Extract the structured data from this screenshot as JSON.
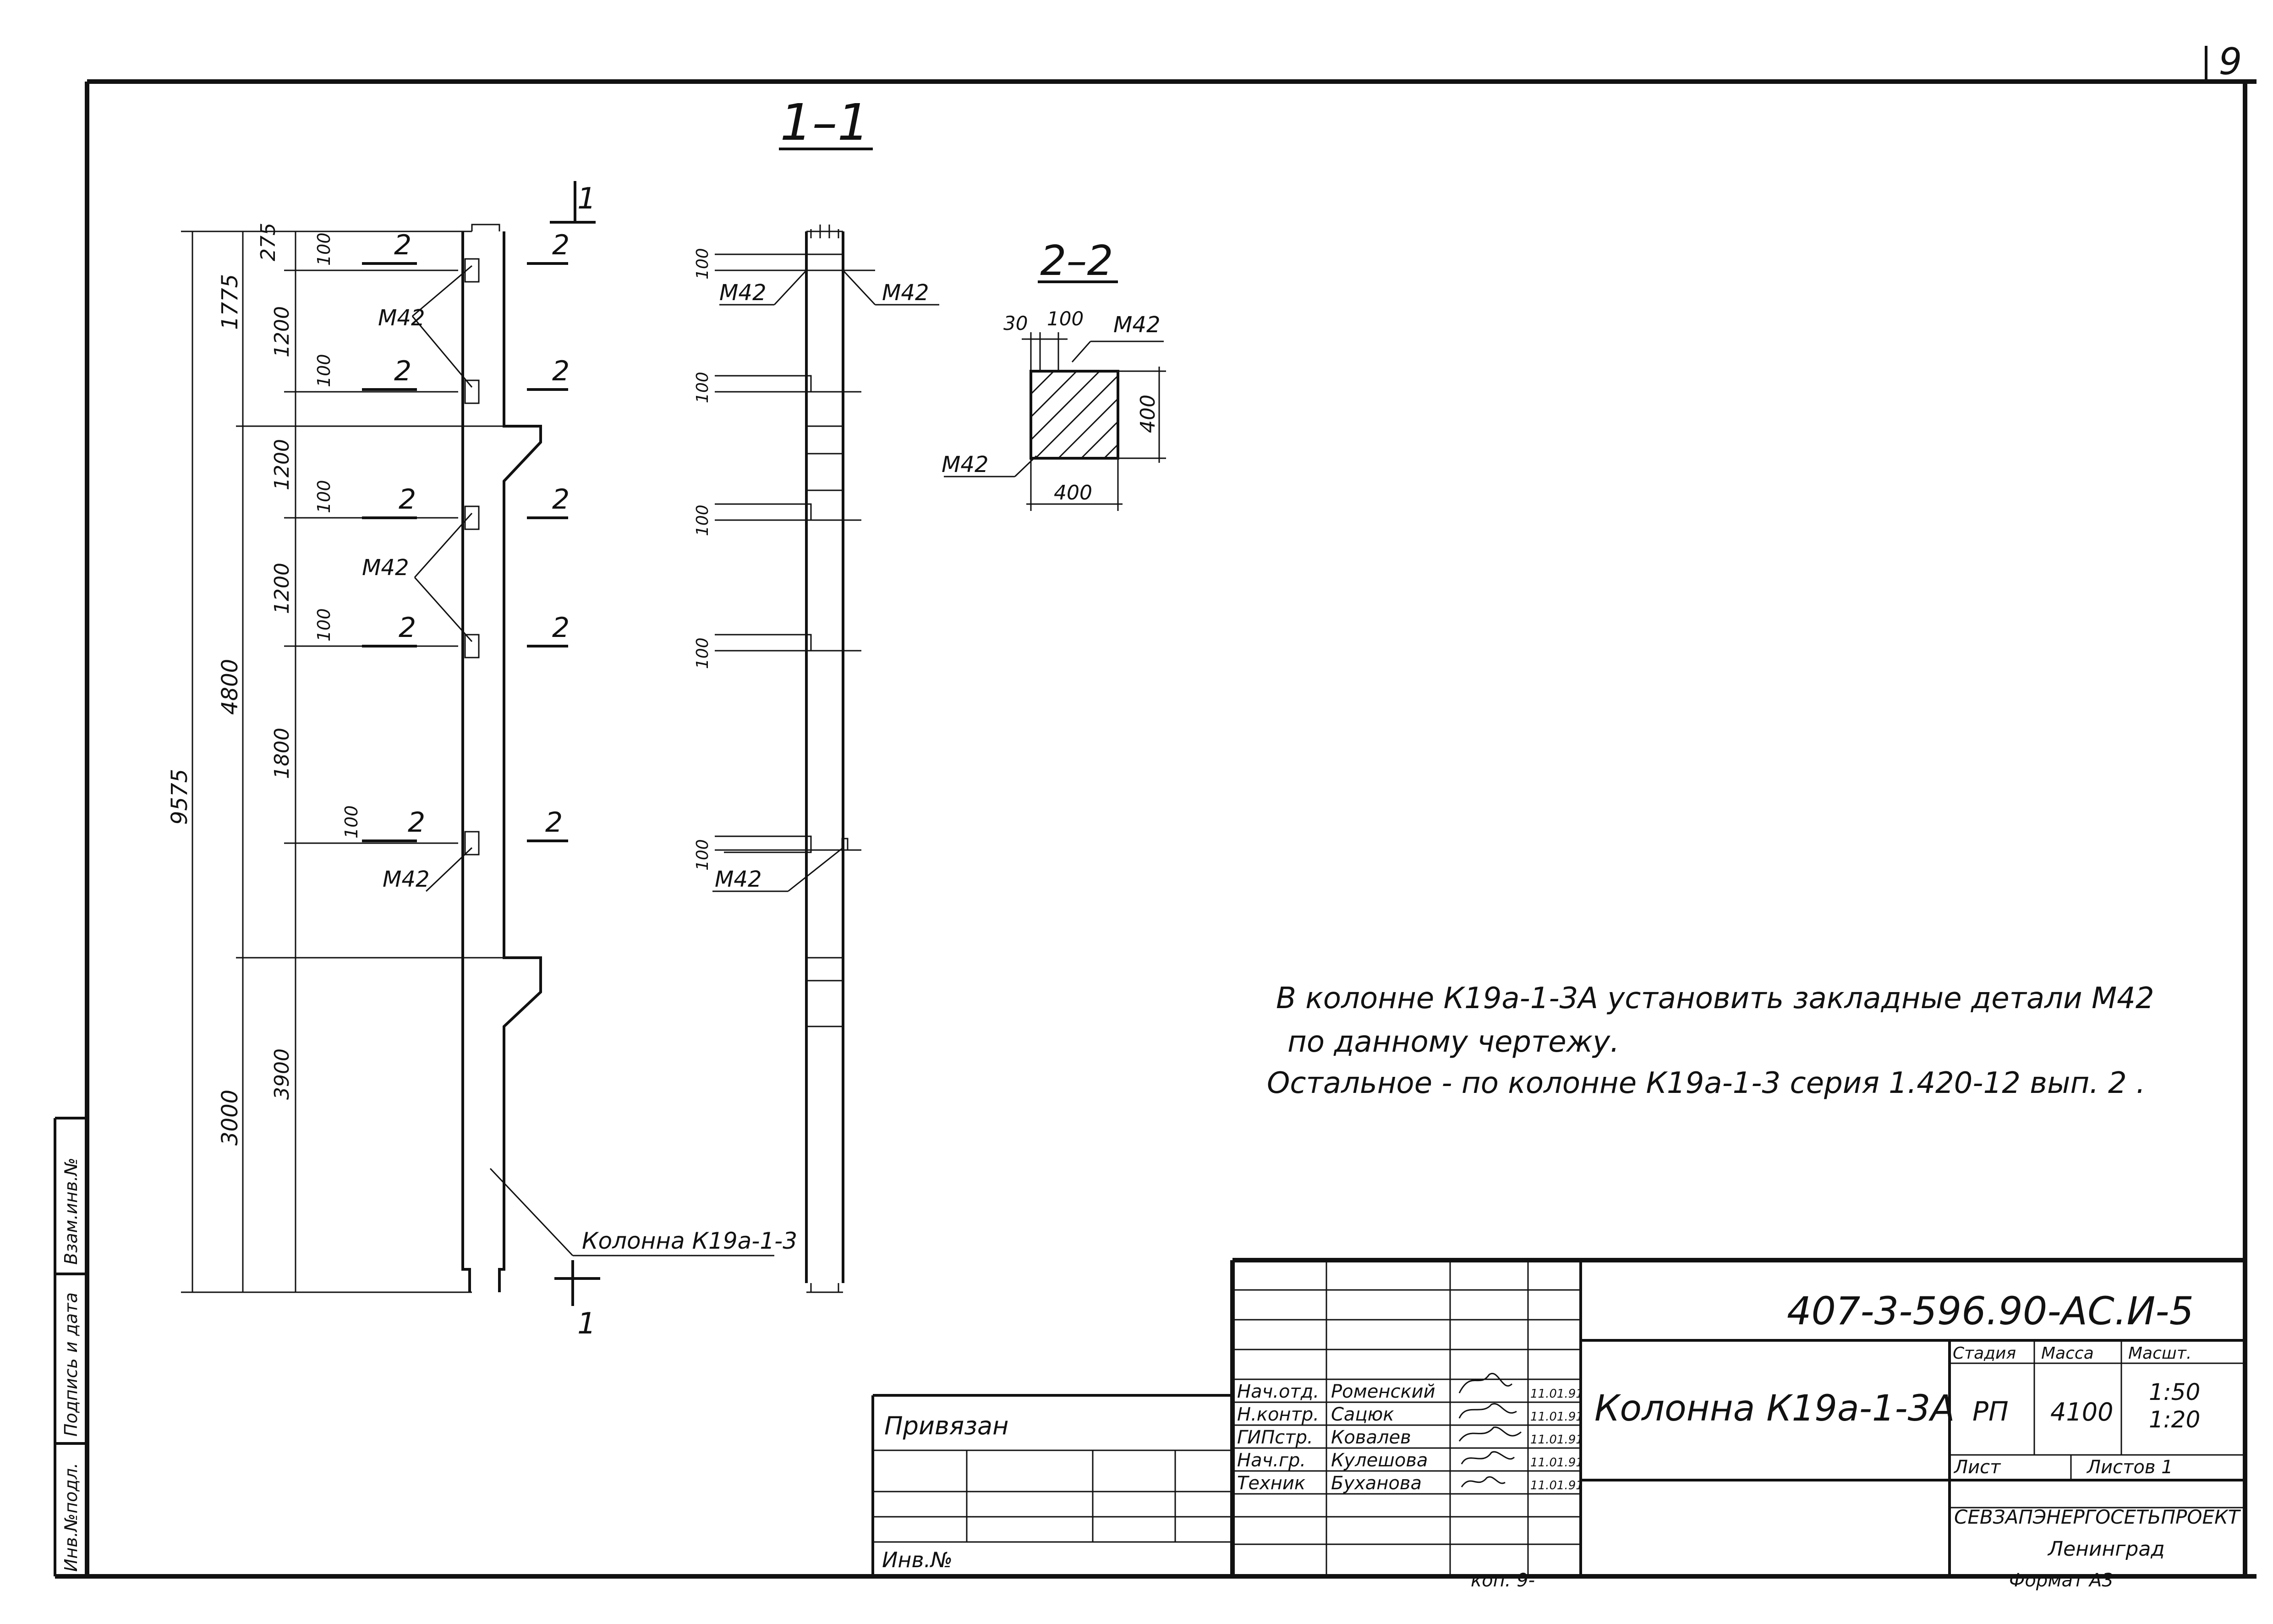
{
  "sheet_number": "9",
  "sections": {
    "s11": "1–1",
    "s22": "2–2"
  },
  "marks": {
    "cut1": "1",
    "cut2": "2"
  },
  "dims": {
    "total": "9575",
    "d1775": "1775",
    "d4800": "4800",
    "d3000": "3000",
    "d275": "275",
    "d1200a": "1200",
    "d1200b": "1200",
    "d1200c": "1200",
    "d1800": "1800",
    "d3900": "3900",
    "d100": "100",
    "d30": "30",
    "d400": "400"
  },
  "embed_label": "М42",
  "column_label": "Колонна К19а-1-3",
  "notes": [
    "В колонне  К19а-1-3А  установить закладные детали  М42",
    "по данному       чертежу.",
    "Остальное - по  колонне  К19а-1-3 серия  1.420-12 вып. 2 ."
  ],
  "side_stamp": [
    "Инв.№подл.",
    "Подпись и дата",
    "Взам.инв.№"
  ],
  "binding": {
    "label": "Привязан",
    "inv": "Инв.№"
  },
  "title_block": {
    "code": "407-3-596.90-АС.И-5",
    "title": "Колонна К19а-1-3А",
    "signatures": [
      {
        "role": "Нач.отд.",
        "name": "Роменский",
        "date": "11.01.91"
      },
      {
        "role": "Н.контр.",
        "name": "Сацюк",
        "date": "11.01.91"
      },
      {
        "role": "ГИПстр.",
        "name": "Ковалев",
        "date": "11.01.91"
      },
      {
        "role": "Нач.гр.",
        "name": "Кулешова",
        "date": "11.01.91"
      },
      {
        "role": "Техник",
        "name": "Буханова",
        "date": "11.01.91"
      }
    ],
    "stage_label": "Стадия",
    "mass_label": "Масса",
    "scale_label": "Масшт.",
    "stage": "РП",
    "mass": "4100",
    "scale1": "1:50",
    "scale2": "1:20",
    "sheet_label": "Лист",
    "sheets_label": "Листов 1",
    "org": "СЕВЗАПЭНЕРГОСЕТЬПРОЕКТ",
    "city": "Ленинград",
    "format": "Формат А3",
    "copy": "коп. 9-"
  }
}
